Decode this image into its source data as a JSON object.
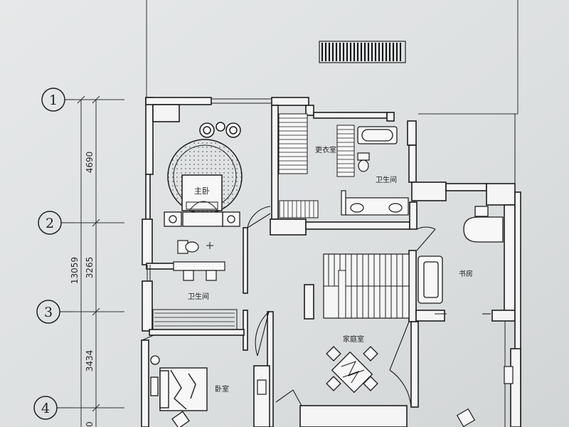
{
  "axes": [
    "1",
    "2",
    "3",
    "4"
  ],
  "dimensions": {
    "total": "13059",
    "seg1": "4690",
    "seg2": "3265",
    "seg3": "3434",
    "seg4": "0"
  },
  "rooms": {
    "master_bedroom": "主卧",
    "closet": "更衣室",
    "bath_upper": "卫生间",
    "bath_left": "卫生间",
    "study": "书房",
    "family_room": "家庭室",
    "bedroom": "卧室"
  }
}
